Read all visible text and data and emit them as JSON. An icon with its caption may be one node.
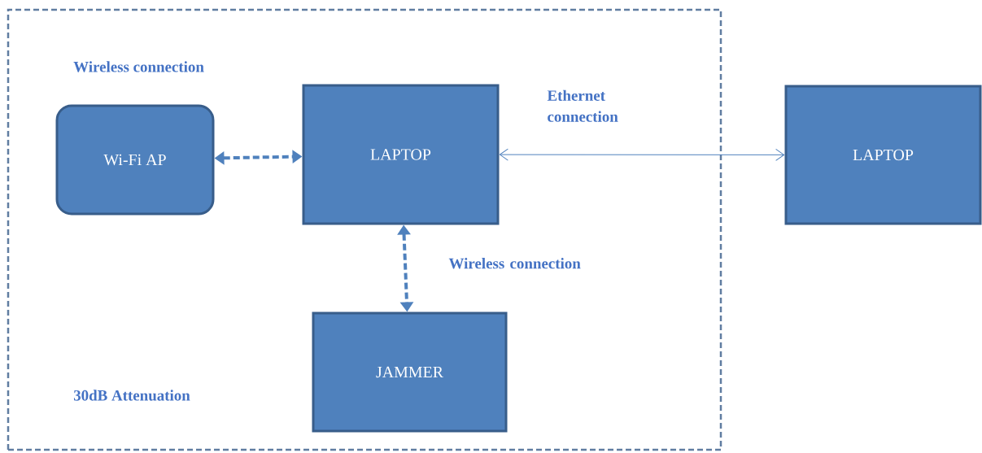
{
  "diagram": {
    "nodes": [
      {
        "text": [],
        "shape": "box"
      },
      {
        "text": [
          "Wi-Fi AP"
        ],
        "in": 0
      },
      {
        "text": [
          "LAPTOP"
        ],
        "in": 0
      },
      {
        "text": [
          "JAMMER"
        ],
        "in": 0
      },
      {
        "text": [
          "LAPTOP"
        ]
      }
    ],
    "edges": [
      {
        "from": 1,
        "to": 2,
        "arrow": "both",
        "style": "dashed"
      },
      {
        "from": 2,
        "to": 3,
        "arrow": "both",
        "style": "dashed",
        "label": "Wireless connection"
      },
      {
        "from": 2,
        "to": 4,
        "arrow": "both",
        "label": "Ethernet connection"
      }
    ],
    "labels": [
      "Wireless connection",
      "30dB Attenuation"
    ]
  }
}
